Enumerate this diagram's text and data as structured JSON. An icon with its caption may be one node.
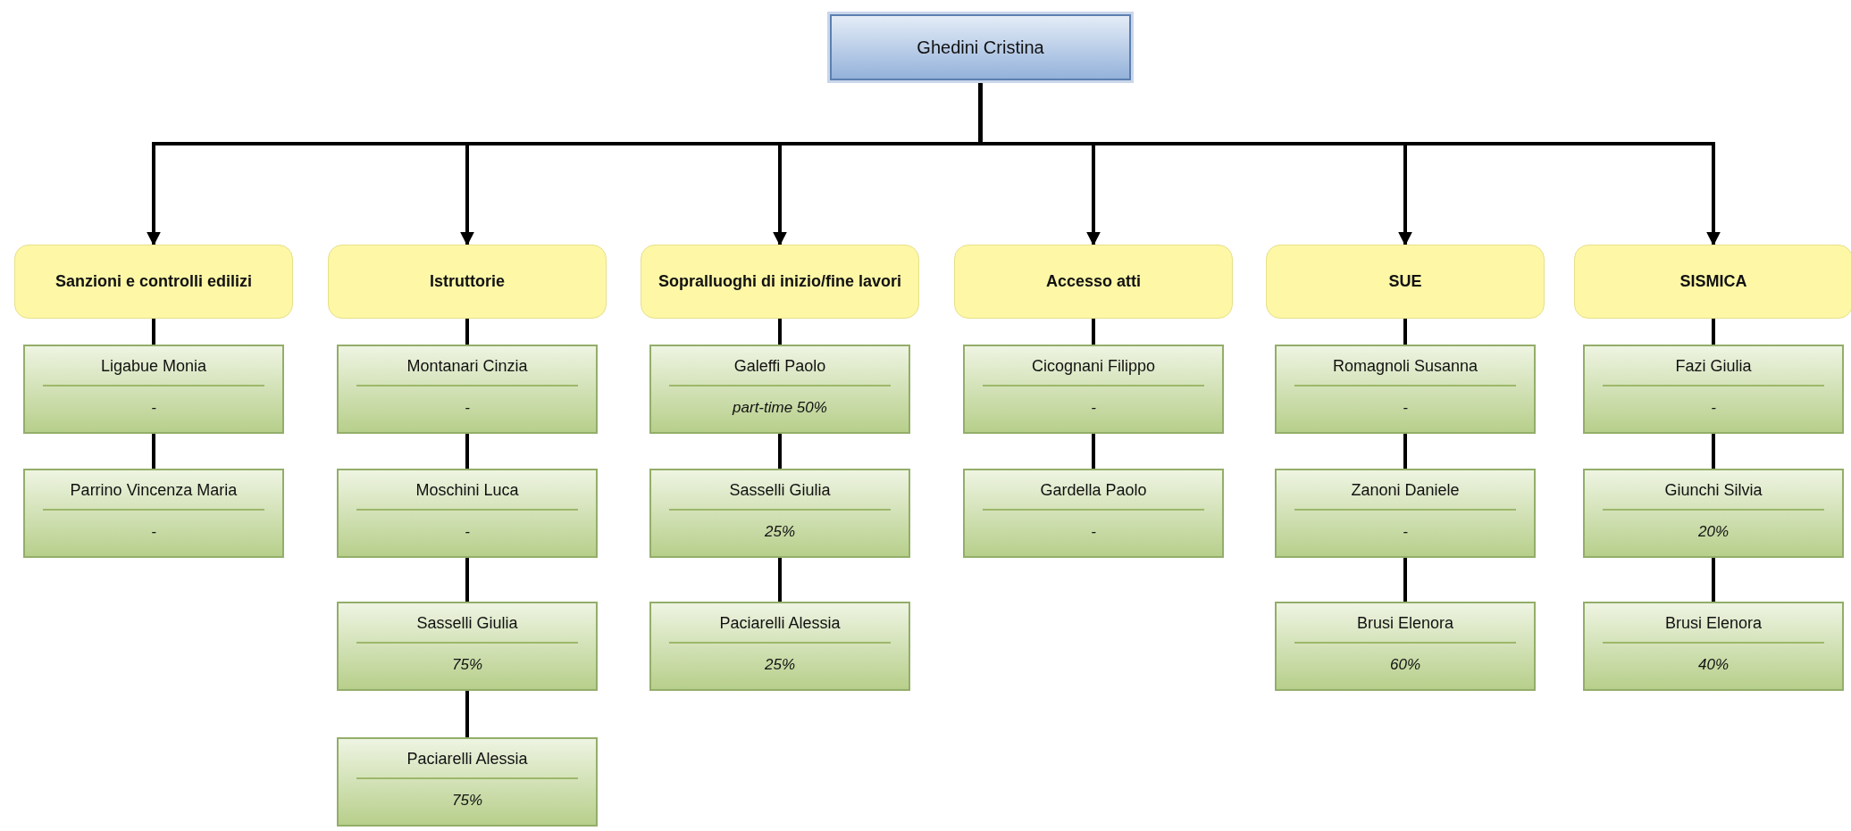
{
  "diagram": {
    "nodes": [
      {
        "text": [
          "Ghedini Cristina"
        ]
      },
      {
        "text": [
          "Sanzioni e controlli edilizi"
        ]
      },
      {
        "text": [
          "Ligabue Monia",
          "-"
        ]
      },
      {
        "text": [
          "Parrino Vincenza Maria",
          "-"
        ]
      },
      {
        "text": [
          "Istruttorie"
        ]
      },
      {
        "text": [
          "Montanari Cinzia",
          "-"
        ]
      },
      {
        "text": [
          "Moschini Luca",
          "-"
        ]
      },
      {
        "text": [
          "Sasselli Giulia",
          "75%"
        ]
      },
      {
        "text": [
          "Paciarelli Alessia",
          "75%"
        ]
      },
      {
        "text": [
          "Sopralluoghi di inizio/fine lavori"
        ]
      },
      {
        "text": [
          "Galeffi Paolo",
          "part-time 50%"
        ]
      },
      {
        "text": [
          "Sasselli Giulia",
          "25%"
        ]
      },
      {
        "text": [
          "Paciarelli Alessia",
          "25%"
        ]
      },
      {
        "text": [
          "Accesso atti"
        ]
      },
      {
        "text": [
          "Cicognani Filippo",
          "-"
        ]
      },
      {
        "text": [
          "Gardella Paolo",
          "-"
        ]
      },
      {
        "text": [
          "SUE"
        ]
      },
      {
        "text": [
          "Romagnoli Susanna",
          "-"
        ]
      },
      {
        "text": [
          "Zanoni Daniele",
          "-"
        ]
      },
      {
        "text": [
          "Brusi Elenora",
          "60%"
        ]
      },
      {
        "text": [
          "SISMICA"
        ]
      },
      {
        "text": [
          "Fazi Giulia",
          "-"
        ]
      },
      {
        "text": [
          "Giunchi Silvia",
          "20%"
        ]
      },
      {
        "text": [
          "Brusi Elenora",
          "40%"
        ]
      }
    ],
    "edges": [
      {
        "from": 0,
        "to": 1,
        "arrow": "to"
      },
      {
        "from": 0,
        "to": 4,
        "arrow": "to"
      },
      {
        "from": 0,
        "to": 9,
        "arrow": "to"
      },
      {
        "from": 0,
        "to": 13,
        "arrow": "to"
      },
      {
        "from": 0,
        "to": 16,
        "arrow": "to"
      },
      {
        "from": 0,
        "to": 20,
        "arrow": "to"
      },
      {
        "from": 1,
        "to": 2,
        "arrow": "none"
      },
      {
        "from": 2,
        "to": 3,
        "arrow": "none"
      },
      {
        "from": 4,
        "to": 5,
        "arrow": "none"
      },
      {
        "from": 5,
        "to": 6,
        "arrow": "none"
      },
      {
        "from": 6,
        "to": 7,
        "arrow": "none"
      },
      {
        "from": 7,
        "to": 8,
        "arrow": "none"
      },
      {
        "from": 9,
        "to": 10,
        "arrow": "none"
      },
      {
        "from": 10,
        "to": 11,
        "arrow": "none"
      },
      {
        "from": 11,
        "to": 12,
        "arrow": "none"
      },
      {
        "from": 13,
        "to": 14,
        "arrow": "none"
      },
      {
        "from": 14,
        "to": 15,
        "arrow": "none"
      },
      {
        "from": 16,
        "to": 17,
        "arrow": "none"
      },
      {
        "from": 17,
        "to": 18,
        "arrow": "none"
      },
      {
        "from": 18,
        "to": 19,
        "arrow": "none"
      },
      {
        "from": 20,
        "to": 21,
        "arrow": "none"
      },
      {
        "from": 21,
        "to": 22,
        "arrow": "none"
      },
      {
        "from": 22,
        "to": 23,
        "arrow": "none"
      }
    ]
  }
}
